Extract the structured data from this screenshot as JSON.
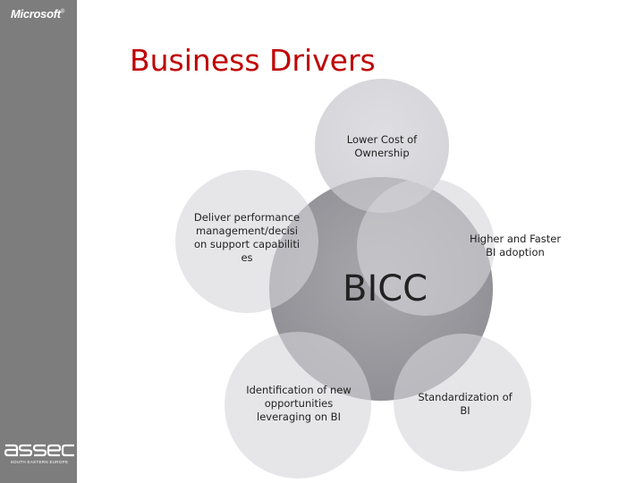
{
  "sidebar": {
    "brand": "Microsoft",
    "brand_mark": "®",
    "partner_logo": "asseco",
    "partner_subtitle": "SOUTH EASTERN EUROPE"
  },
  "slide": {
    "title": "Business Drivers"
  },
  "diagram": {
    "center": "BICC",
    "drivers": [
      "Lower Cost of Ownership",
      "Higher and Faster BI adoption",
      "Standardization of BI",
      "Identification of new opportunities leveraging on BI",
      "Deliver performance management/decision support capabilities"
    ]
  },
  "colors": {
    "sidebar": "#7d7d7d",
    "title": "#c00000",
    "center_circle": "#9a9a9f",
    "outer_circle": "#d5d5da"
  }
}
